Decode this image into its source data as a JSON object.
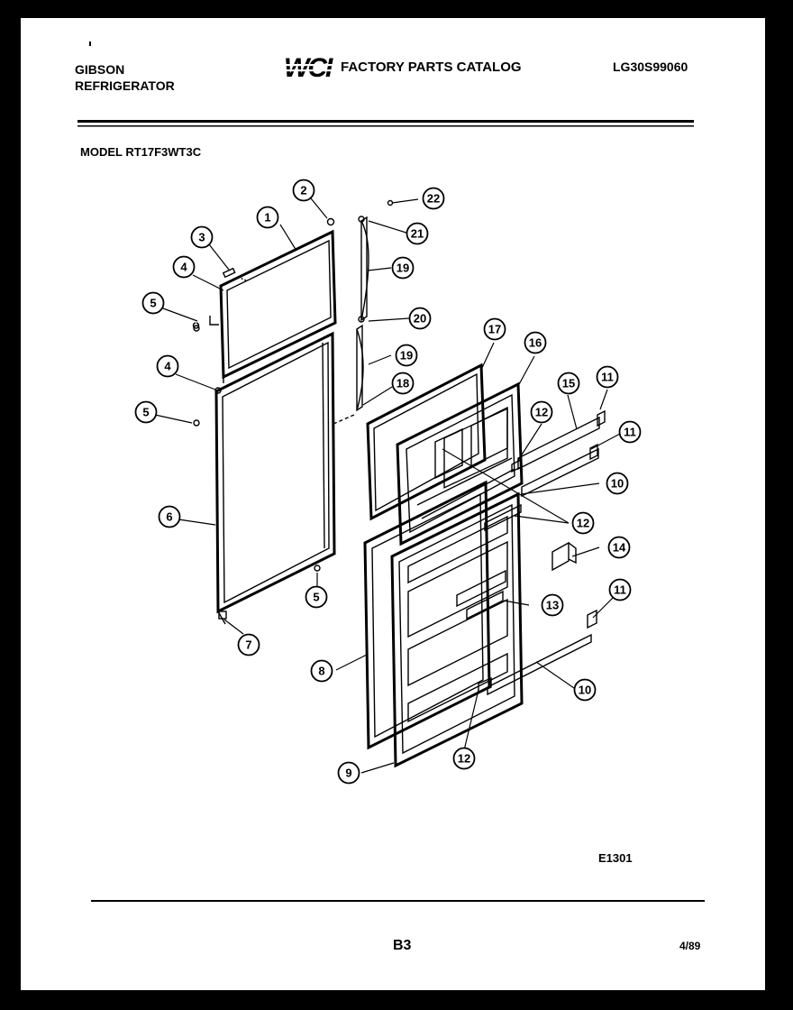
{
  "header": {
    "brand_line1": "GIBSON",
    "brand_line2": "REFRIGERATOR",
    "logo_text": "WCI",
    "catalog_title": "FACTORY PARTS CATALOG",
    "doc_number": "LG30S99060",
    "model": "MODEL RT17F3WT3C"
  },
  "diagram": {
    "figure_code": "E1301",
    "callouts": [
      "1",
      "2",
      "3",
      "4",
      "5",
      "4",
      "5",
      "6",
      "5",
      "7",
      "22",
      "21",
      "19",
      "20",
      "19",
      "18",
      "17",
      "16",
      "15",
      "11",
      "12",
      "11",
      "10",
      "12",
      "14",
      "13",
      "11",
      "10",
      "8",
      "12",
      "9"
    ]
  },
  "footer": {
    "page": "B3",
    "date": "4/89"
  },
  "colors": {
    "ink": "#000000",
    "paper": "#ffffff",
    "frame": "#000000"
  }
}
